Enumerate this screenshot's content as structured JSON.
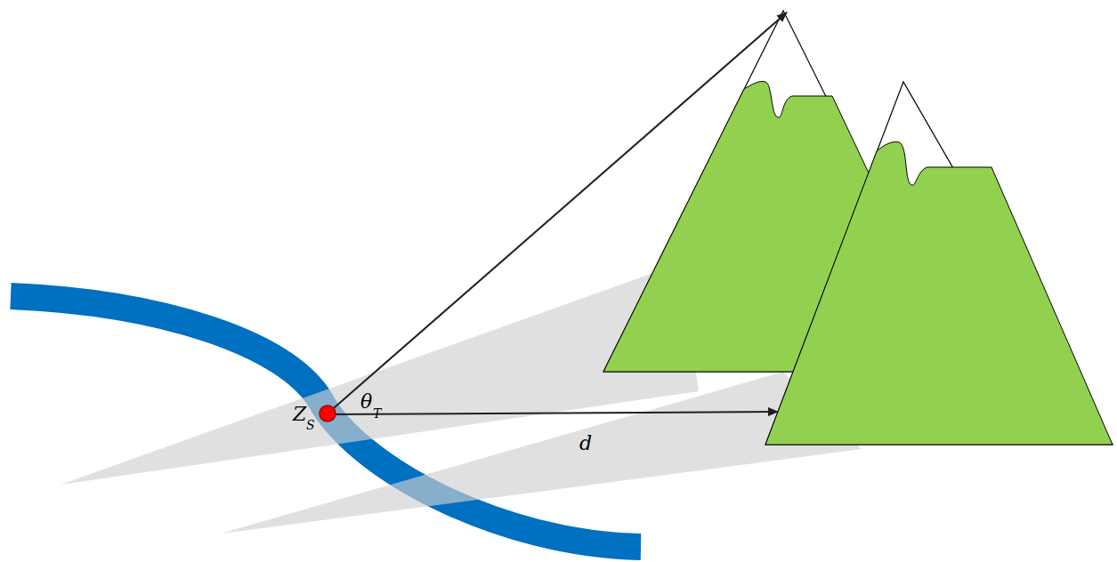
{
  "diagram": {
    "labels": [
      "Z",
      "S",
      "θ",
      "T",
      "d"
    ]
  }
}
